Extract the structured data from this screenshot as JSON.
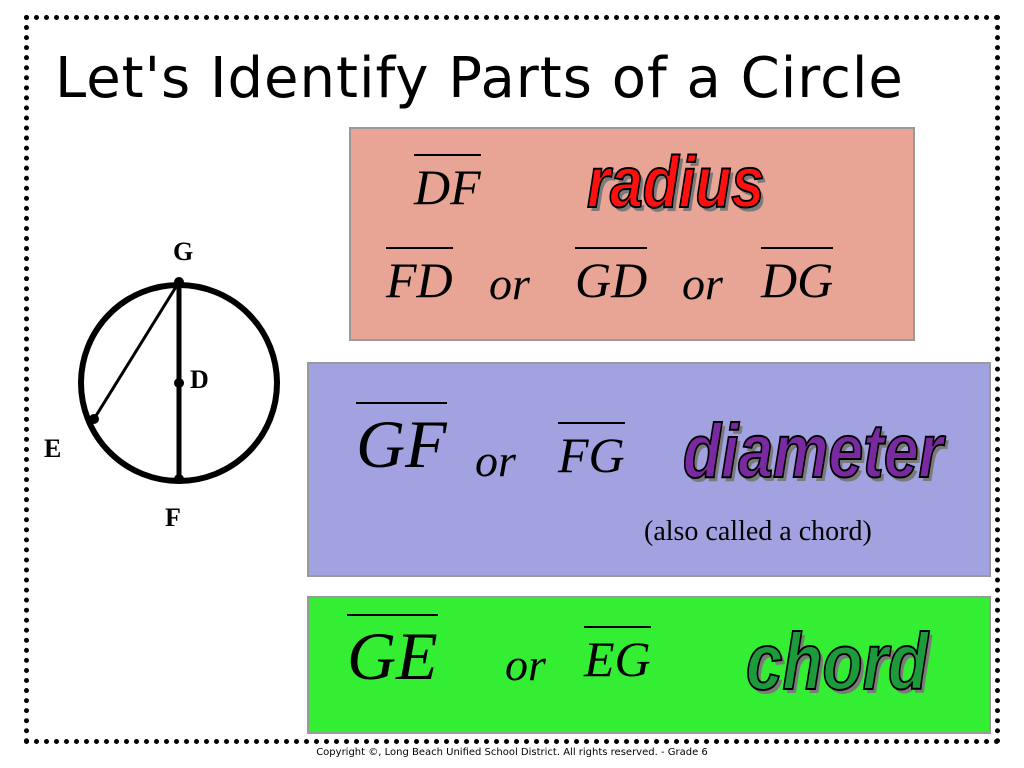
{
  "title": "Let's Identify Parts of a Circle",
  "diagram": {
    "points": {
      "G": "G",
      "D": "D",
      "E": "E",
      "F": "F"
    }
  },
  "radius_box": {
    "color": "#e8a596",
    "term": "radius",
    "term_color": "#ff1010",
    "segment_main": "DF",
    "segment_alt1": "FD",
    "segment_alt2": "GD",
    "segment_alt3": "DG",
    "or": "or"
  },
  "diameter_box": {
    "color": "#a3a2e0",
    "term": "diameter",
    "term_color": "#7a2aa0",
    "segment_main": "GF",
    "segment_alt1": "FG",
    "or": "or",
    "note": "(also called a chord)"
  },
  "chord_box": {
    "color": "#33ee33",
    "term": "chord",
    "term_color": "#1c9a3c",
    "segment_main": "GE",
    "segment_alt1": "EG",
    "or": "or"
  },
  "footer": {
    "copyright": "Copyright ©, Long Beach Unified School District.  All rights reserved. - Grade 6"
  }
}
